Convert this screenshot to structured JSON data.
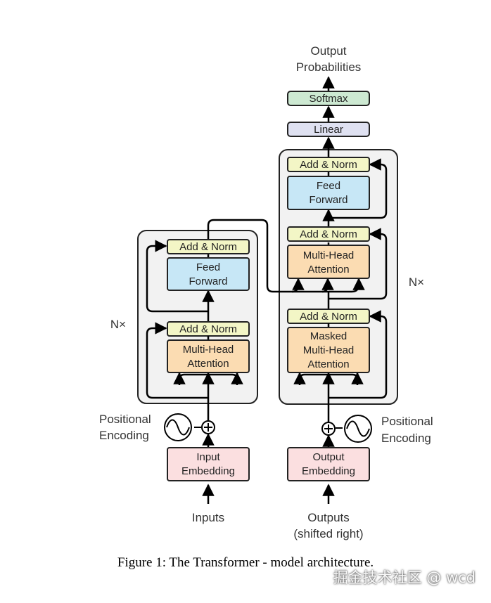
{
  "colors": {
    "add_norm": "#f3f6c6",
    "feed_forward": "#c7e7f6",
    "attention": "#fbdcb2",
    "embedding": "#fbdfe0",
    "linear": "#dfe1f1",
    "softmax": "#cde9d2",
    "stack_bg": "#f2f2f2"
  },
  "encoder": {
    "add_norm_top": "Add & Norm",
    "feed_forward": [
      "Feed",
      "Forward"
    ],
    "add_norm_bottom": "Add & Norm",
    "attention": [
      "Multi-Head",
      "Attention"
    ],
    "nx": "N×"
  },
  "decoder": {
    "add_norm_top": "Add & Norm",
    "feed_forward": [
      "Feed",
      "Forward"
    ],
    "add_norm_mid": "Add & Norm",
    "cross_attention": [
      "Multi-Head",
      "Attention"
    ],
    "add_norm_bottom": "Add & Norm",
    "masked_attention": [
      "Masked",
      "Multi-Head",
      "Attention"
    ],
    "nx": "N×"
  },
  "output_head": {
    "linear": "Linear",
    "softmax": "Softmax",
    "label": [
      "Output",
      "Probabilities"
    ]
  },
  "inputs": {
    "embedding": [
      "Input",
      "Embedding"
    ],
    "label": "Inputs",
    "positional": [
      "Positional",
      "Encoding"
    ]
  },
  "outputs": {
    "embedding": [
      "Output",
      "Embedding"
    ],
    "label": [
      "Outputs",
      "(shifted right)"
    ],
    "positional": [
      "Positional",
      "Encoding"
    ]
  },
  "caption": "Figure 1: The Transformer - model architecture.",
  "watermark": "掘金技术社区 @ wcd"
}
